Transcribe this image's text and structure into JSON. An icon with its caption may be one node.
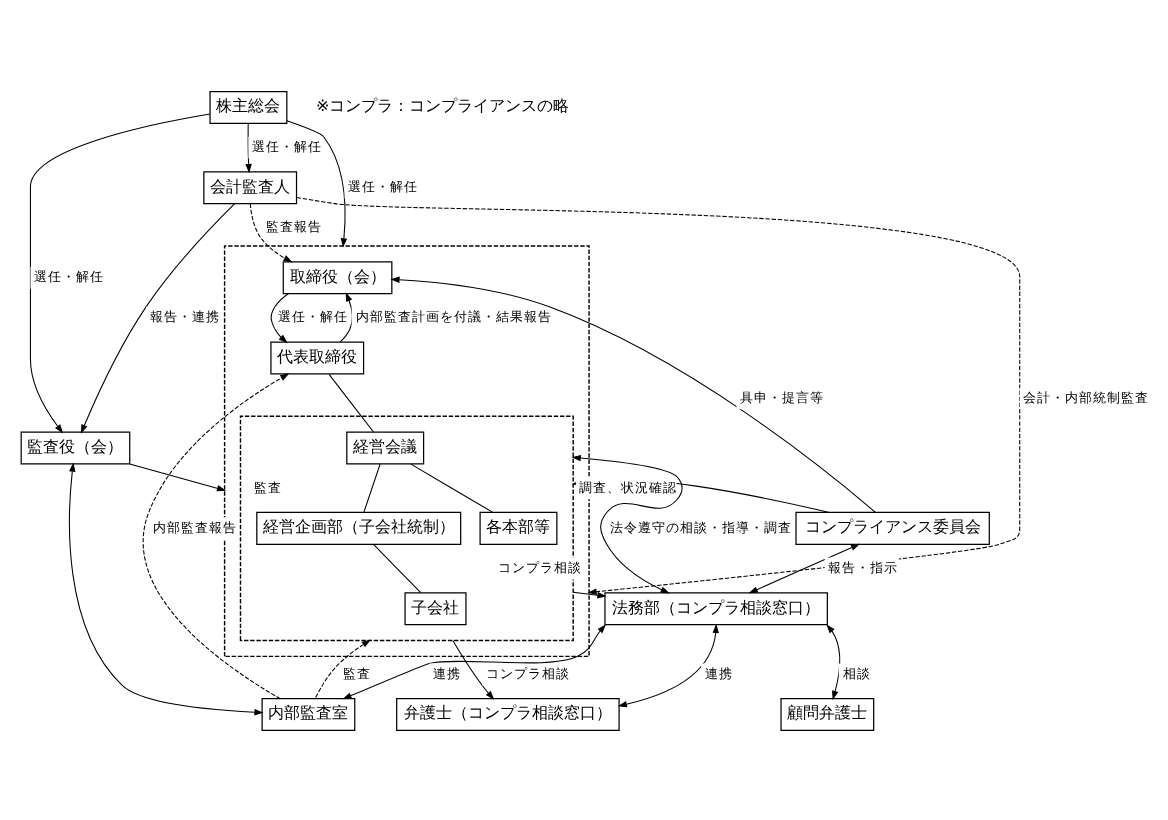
{
  "diagram": {
    "nodes": [
      {
        "text": [
          "株主総会"
        ]
      },
      {
        "text": [],
        "shape": "box"
      },
      {
        "text": [
          "取締役（会）"
        ],
        "in": 1
      },
      {
        "text": [
          "代表取締役"
        ],
        "in": 1
      },
      {
        "text": [],
        "shape": "box",
        "in": 1
      },
      {
        "text": [
          "経営会議"
        ],
        "in": 4
      },
      {
        "text": [
          "経営企画部（子会社統制）"
        ],
        "in": 4
      },
      {
        "text": [
          "子会社"
        ],
        "in": 4
      },
      {
        "text": [
          "各本部等"
        ],
        "in": 4
      },
      {
        "text": [
          "監査役（会）"
        ]
      },
      {
        "text": [
          "会計監査人"
        ]
      },
      {
        "text": [
          "コンプライアンス委員会"
        ]
      },
      {
        "text": [
          "法務部（コンプラ相談窓口）"
        ]
      },
      {
        "text": [
          "弁護士（コンプラ相談窓口）"
        ]
      },
      {
        "text": [
          "内部監査室"
        ]
      },
      {
        "text": [
          "顧問弁護士"
        ]
      }
    ],
    "edges": [
      {
        "from": 0,
        "to": 1,
        "arrow": "to",
        "label": "選任・解任"
      },
      {
        "from": 0,
        "to": 9,
        "arrow": "to",
        "label": "選任・解任"
      },
      {
        "from": 0,
        "to": 10,
        "arrow": "to",
        "label": "選任・解任"
      },
      {
        "from": 2,
        "to": 3,
        "arrow": "to",
        "label": "選任・解任"
      },
      {
        "from": 3,
        "to": 2,
        "arrow": "to",
        "label": "内部監査計画を付議・結果報告"
      },
      {
        "from": 3,
        "to": 5,
        "arrow": "none"
      },
      {
        "from": 5,
        "to": 6,
        "arrow": "none"
      },
      {
        "from": 5,
        "to": 8,
        "arrow": "none"
      },
      {
        "from": 6,
        "to": 7,
        "arrow": "none"
      },
      {
        "from": 9,
        "to": 1,
        "arrow": "to",
        "label": "監査"
      },
      {
        "from": 10,
        "to": 1,
        "arrow": "to",
        "label": "会計・内部統制監査",
        "style": "dashed"
      },
      {
        "from": 10,
        "to": 2,
        "arrow": "to",
        "label": "監査報告",
        "style": "dashed"
      },
      {
        "from": 11,
        "to": 2,
        "arrow": "to",
        "label": "具申・提言等"
      },
      {
        "from": 14,
        "to": 3,
        "arrow": "to",
        "label": "内部監査報告",
        "style": "dashed"
      },
      {
        "from": 14,
        "to": 4,
        "arrow": "to",
        "label": "監査",
        "style": "dashed"
      },
      {
        "from": 11,
        "to": 4,
        "arrow": "to",
        "label": "調査、状況確認"
      },
      {
        "from": 12,
        "to": 4,
        "arrow": "both",
        "label": "法令遵守の相談・指導・調査"
      },
      {
        "from": 4,
        "to": 12,
        "arrow": "to",
        "label": "コンプラ相談"
      },
      {
        "from": 4,
        "to": 13,
        "arrow": "to",
        "label": "コンプラ相談"
      },
      {
        "from": 11,
        "to": 12,
        "arrow": "both",
        "label": "報告・指示"
      },
      {
        "from": 12,
        "to": 13,
        "arrow": "both",
        "label": "連携"
      },
      {
        "from": 12,
        "to": 14,
        "arrow": "both",
        "label": "連携"
      },
      {
        "from": 12,
        "to": 15,
        "arrow": "both",
        "label": "相談"
      },
      {
        "from": 10,
        "to": 9,
        "arrow": "to",
        "label": "報告・連携"
      },
      {
        "from": 9,
        "to": 14,
        "arrow": "both"
      }
    ],
    "labels": [
      "※コンプラ：コンプライアンスの略"
    ]
  }
}
